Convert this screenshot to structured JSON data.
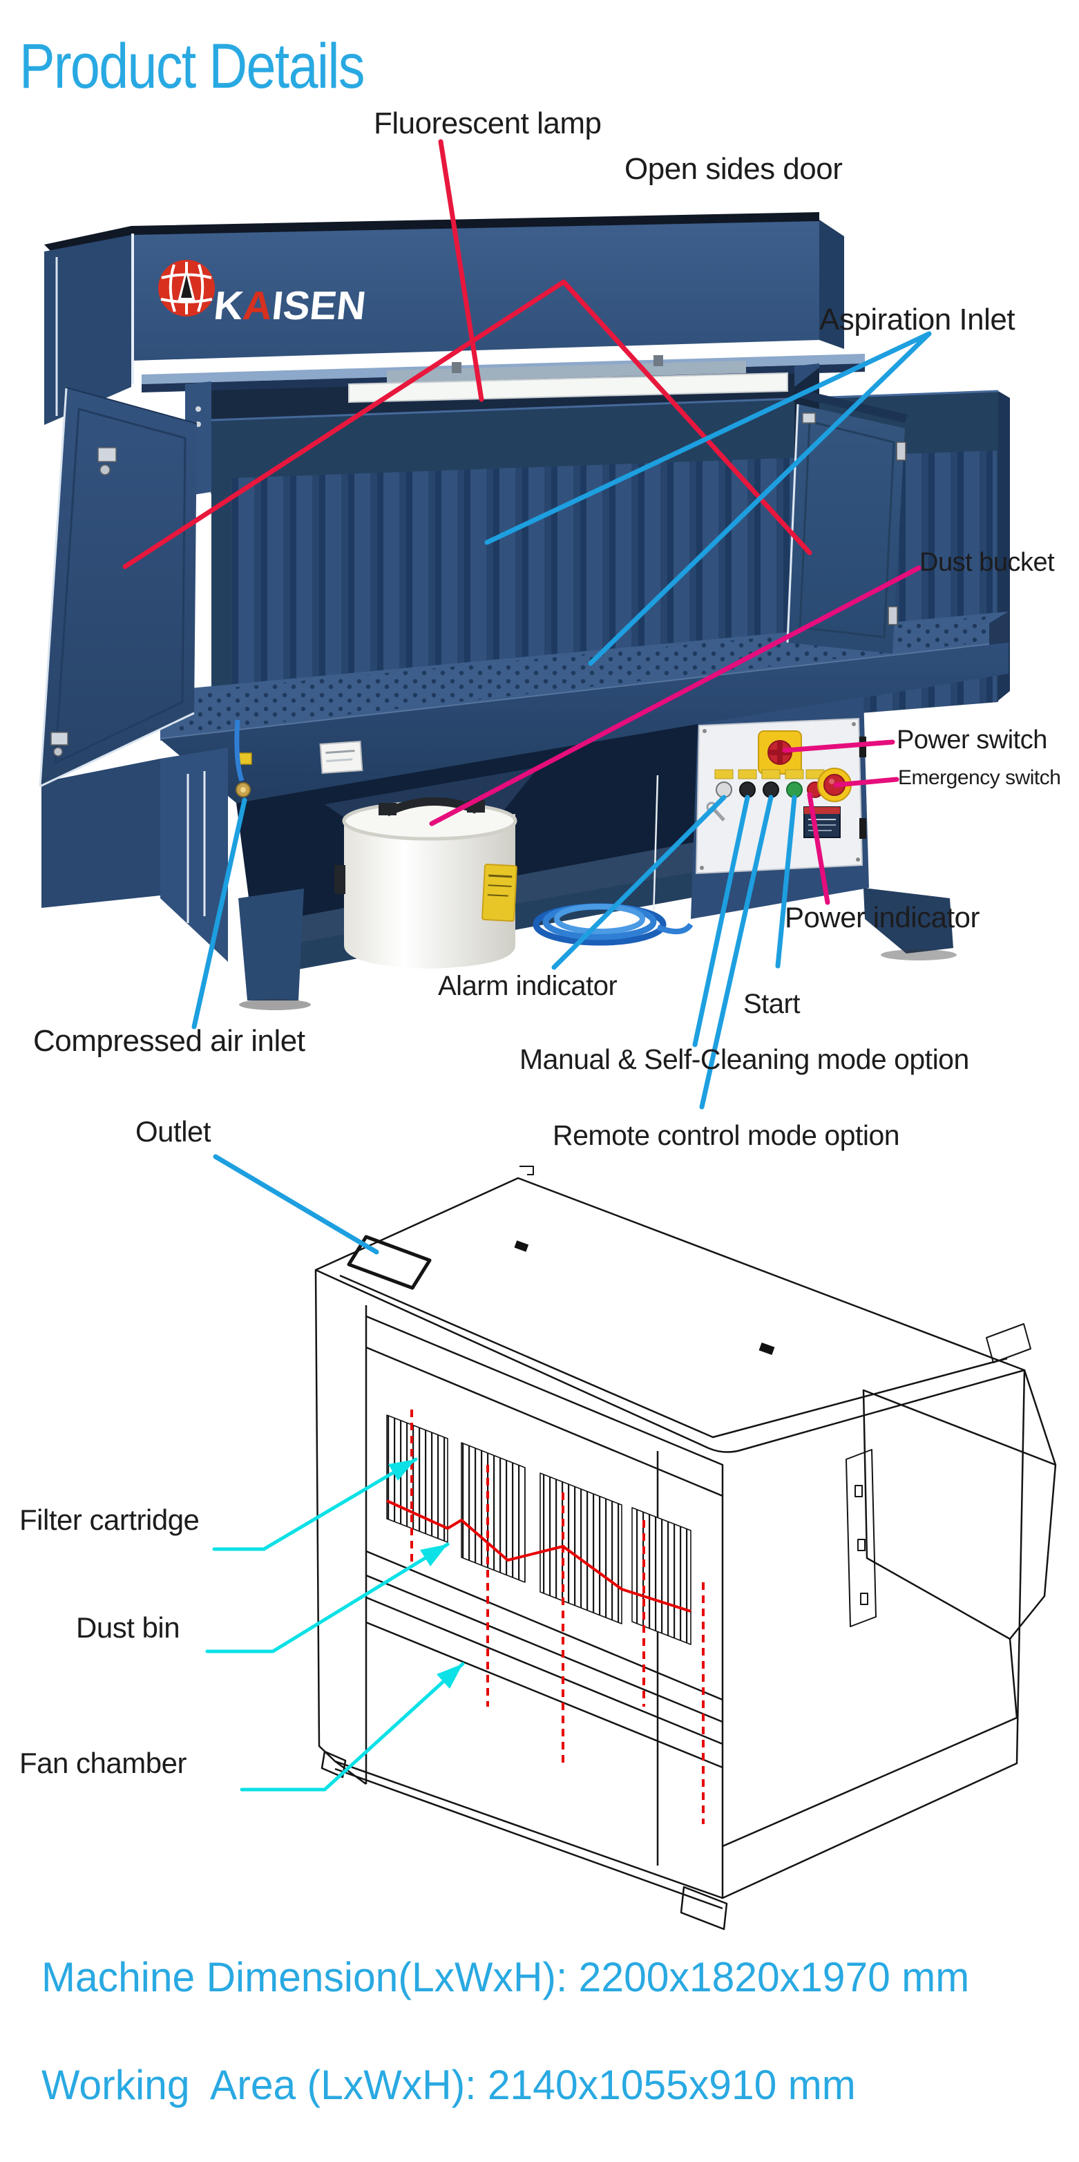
{
  "page": {
    "title": "Product Details",
    "background": "#ffffff"
  },
  "brand": {
    "name": "KAISEN",
    "logo_parts": {
      "k": "K",
      "a": "A",
      "isen": "ISEN"
    }
  },
  "photo_annotations": {
    "fluorescent_lamp": "Fluorescent lamp",
    "open_sides_door": "Open sides door",
    "aspiration_inlet": "Aspiration Inlet",
    "dust_bucket": "Dust bucket",
    "power_switch": "Power switch",
    "emergency_switch": "Emergency switch",
    "power_indicator": "Power indicator",
    "alarm_indicator": "Alarm indicator",
    "start": "Start",
    "manual_self_cleaning": "Manual & Self-Cleaning mode option",
    "remote_control": "Remote control mode option",
    "compressed_air_inlet": "Compressed air inlet"
  },
  "drawing_annotations": {
    "outlet": "Outlet",
    "filter_cartridge": "Filter cartridge",
    "dust_bin": "Dust bin",
    "fan_chamber": "Fan chamber"
  },
  "specs": {
    "machine_dimension": "Machine Dimension(LxWxH): 2200x1820x1970 mm",
    "working_area": "Working  Area (LxWxH): 2140x1055x910 mm"
  },
  "colors": {
    "accent_blue": "#29a9e2",
    "label_ink": "#1c1c1e",
    "callout_red": "#e8173d",
    "callout_magenta": "#e60d7c",
    "callout_blue": "#1d9fe0",
    "callout_cyan": "#0be1e6",
    "machine_navy": "#31517c",
    "machine_navy_dark": "#24405f",
    "panel_white": "#eef0f3",
    "safety_yellow": "#f2c51d",
    "safety_red": "#c32430",
    "logo_red": "#d8301f",
    "sketch_ink": "#141414"
  }
}
